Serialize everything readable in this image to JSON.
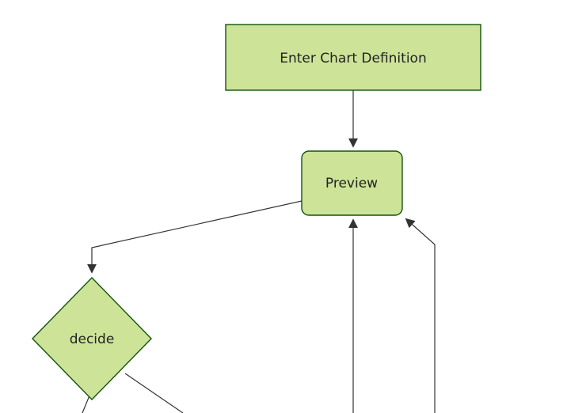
{
  "diagram": {
    "type": "flowchart",
    "direction": "top-down",
    "nodes": [
      {
        "id": "enter-chart-definition",
        "label": "Enter Chart Definition",
        "shape": "rectangle"
      },
      {
        "id": "preview",
        "label": "Preview",
        "shape": "rounded-rectangle"
      },
      {
        "id": "decide",
        "label": "decide",
        "shape": "diamond"
      }
    ],
    "edges": [
      {
        "from": "enter-chart-definition",
        "to": "preview"
      },
      {
        "from": "preview",
        "to": "decide"
      },
      {
        "from": "offscreen-bottom-center",
        "to": "preview"
      },
      {
        "from": "offscreen-bottom-right",
        "to": "preview"
      },
      {
        "from": "decide",
        "to": "offscreen-bottom-left"
      },
      {
        "from": "decide",
        "to": "offscreen-bottom-right"
      }
    ],
    "colors": {
      "node_fill": "#cde498",
      "node_border": "#13540c",
      "edge_stroke": "#333333",
      "text": "#222222",
      "background": "#ffffff"
    }
  }
}
